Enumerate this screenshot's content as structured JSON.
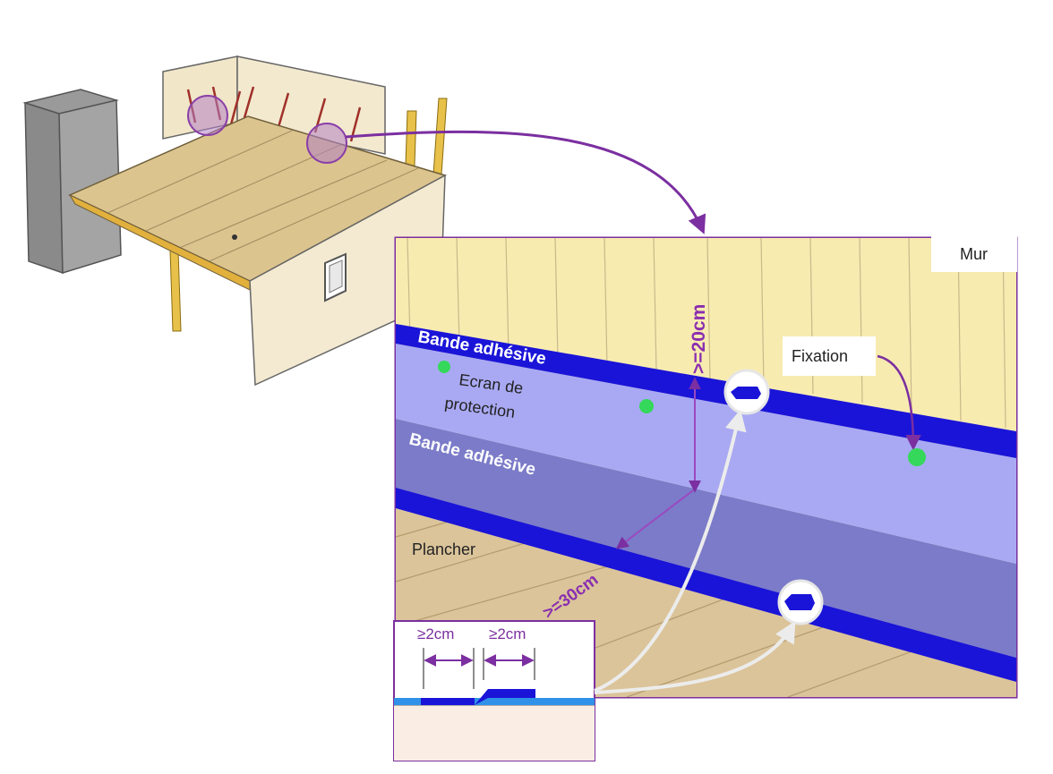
{
  "labels": {
    "wall": "Mur",
    "fixation": "Fixation",
    "tape_top": "Bande adhésive",
    "screen_line1": "Ecran de",
    "screen_line2": "protection",
    "tape_bottom": "Bande adhésive",
    "floor": "Plancher",
    "dim_height": ">=20cm",
    "dim_depth": ">=30cm",
    "overlap_left": "≥2cm",
    "overlap_right": "≥2cm"
  },
  "colors": {
    "wall_fill": "#f8ebb0",
    "wall_stripe": "#c9b98a",
    "floor_fill": "#dbc49a",
    "tape": "#1a14d8",
    "screen": "#a9a9f3",
    "screen_lower": "#7b7bc9",
    "accent_purple": "#7b2fa0",
    "fixation_dot": "#35d85a",
    "zoom_circle": "#b27fc4"
  }
}
